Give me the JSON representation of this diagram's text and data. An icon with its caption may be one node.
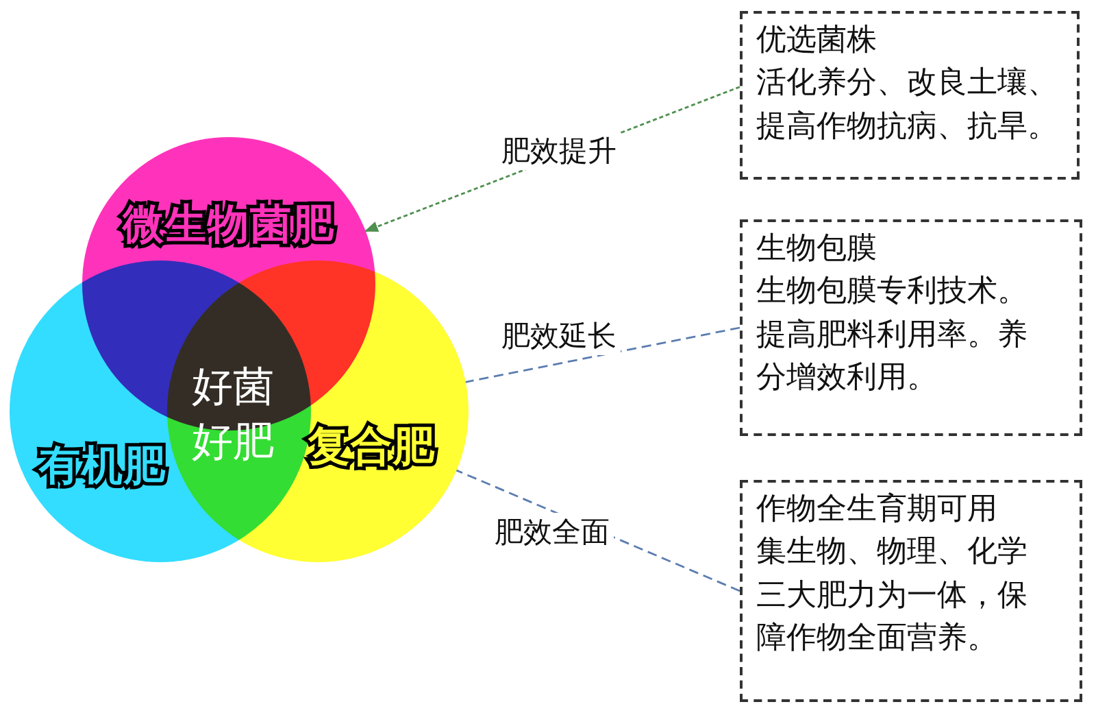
{
  "diagram": {
    "nodes": [
      {
        "text": [
          "微生物菌肥"
        ]
      },
      {
        "text": [
          "有机肥"
        ]
      },
      {
        "text": [
          "复合肥"
        ]
      },
      {
        "text": [
          "优选菌株",
          "活化养分、改良土壤、提高作物抗病、抗旱。"
        ]
      },
      {
        "text": [
          "生物包膜",
          "生物包膜专利技术。提高肥料利用率。养分增效利用。"
        ]
      },
      {
        "text": [
          "作物全生育期可用",
          "集生物、物理、化学三大肥力为一体，保障作物全面营养。"
        ]
      }
    ],
    "edges": [
      {
        "from": 3,
        "to": 0,
        "arrow": "to",
        "label": "肥效提升",
        "style": "dashed",
        "color": "#4f8f4f"
      },
      {
        "from": 4,
        "to": 2,
        "arrow": "none",
        "label": "肥效延长",
        "style": "dashed"
      },
      {
        "from": 5,
        "to": 2,
        "arrow": "none",
        "label": "肥效全面",
        "style": "dashed"
      }
    ],
    "labels": [
      "好菌好肥"
    ]
  }
}
